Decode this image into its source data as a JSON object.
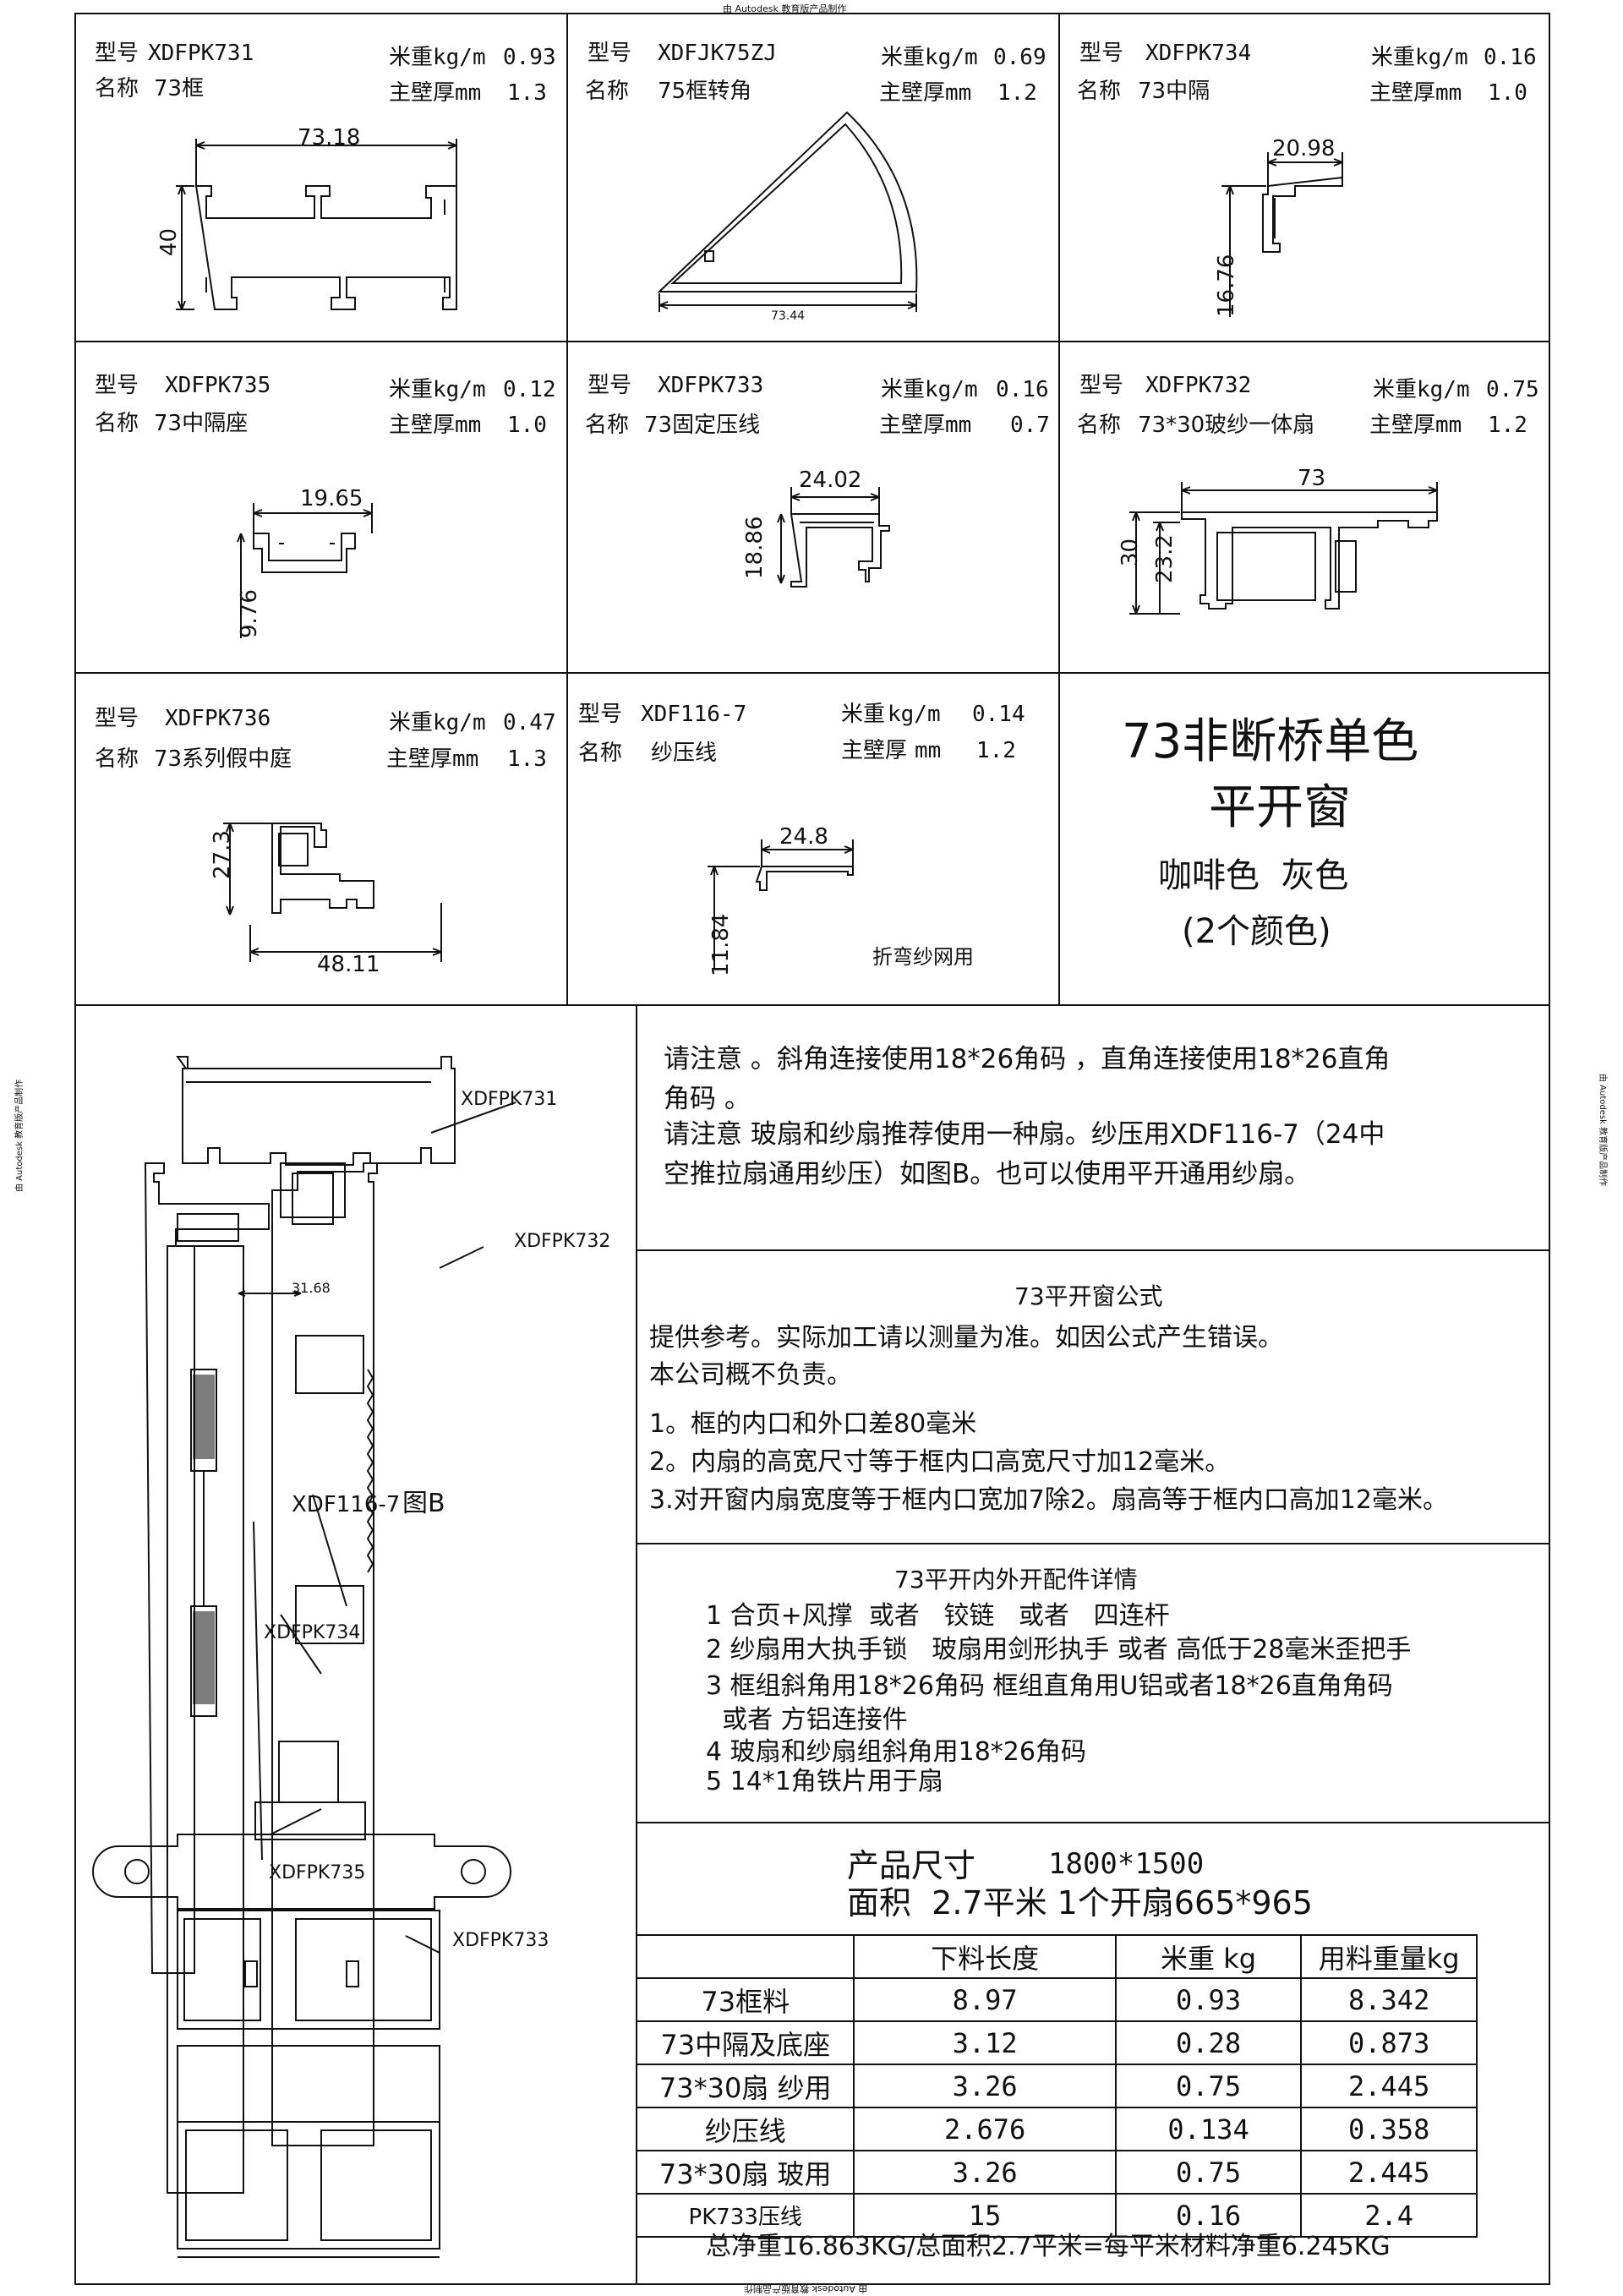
{
  "watermark": "由 Autodesk 教育版产品制作",
  "labels": {
    "model": "型号",
    "name": "名称",
    "weight": "米重",
    "wall": "主壁厚"
  },
  "cells": [
    {
      "model": "XDFPK731",
      "name": "73框",
      "weight_unit": "kg/m",
      "weight": "0.93",
      "wall_unit": "mm",
      "wall": "1.3",
      "dims": [
        "73.18",
        "40"
      ]
    },
    {
      "model": "XDFJK75ZJ",
      "name": "75框转角",
      "weight_unit": "kg/m",
      "weight": "0.69",
      "wall_unit": "mm",
      "wall": "1.2",
      "dims": [
        "73.44"
      ]
    },
    {
      "model": "XDFPK734",
      "name": "73中隔",
      "weight_unit": "kg/m",
      "weight": "0.16",
      "wall_unit": "mm",
      "wall": "1.0",
      "dims": [
        "20.98",
        "16.76"
      ]
    },
    {
      "model": "XDFPK735",
      "name": "73中隔座",
      "weight_unit": "kg/m",
      "weight": "0.12",
      "wall_unit": "mm",
      "wall": "1.0",
      "dims": [
        "19.65",
        "9.76"
      ]
    },
    {
      "model": "XDFPK733",
      "name": "73固定压线",
      "weight_unit": "kg/m",
      "weight": "0.16",
      "wall_unit": "mm",
      "wall": "0.7",
      "dims": [
        "24.02",
        "18.86"
      ]
    },
    {
      "model": "XDFPK732",
      "name": "73*30玻纱一体扇",
      "weight_unit": "kg/m",
      "weight": "0.75",
      "wall_unit": "mm",
      "wall": "1.2",
      "dims": [
        "73",
        "30",
        "23.2"
      ]
    },
    {
      "model": "XDFPK736",
      "name": "73系列假中庭",
      "weight_unit": "kg/m",
      "weight": "0.47",
      "wall_unit": "mm",
      "wall": "1.3",
      "dims": [
        "27.3",
        "48.11"
      ]
    },
    {
      "model": "XDF116-7",
      "name": "纱压线",
      "weight_unit": "kg/m",
      "weight": "0.14",
      "wall_unit": "mm",
      "wall": "1.2",
      "dims": [
        "24.8",
        "11.84"
      ],
      "note": "折弯纱网用"
    }
  ],
  "title_block": {
    "line1": "73非断桥单色",
    "line2": "平开窗",
    "colors": "咖啡色  灰色",
    "count": "(2个颜色)"
  },
  "section": {
    "labels": [
      "XDFPK731",
      "XDFPK732",
      "XDFPK734",
      "XDFPK735",
      "XDFPK733",
      "XDF116-7"
    ],
    "fig_b": "图B",
    "dim": "31.68"
  },
  "notes": {
    "lines": [
      "请注意 。斜角连接使用18*26角码 ，直角连接使用18*26直角",
      "角码 。",
      "请注意  玻扇和纱扇推荐使用一种扇。纱压用XDF116-7（24中",
      "空推拉扇通用纱压）如图B。也可以使用平开通用纱扇。"
    ]
  },
  "formula": {
    "title": "73平开窗公式",
    "intro": [
      "提供参考。实际加工请以测量为准。如因公式产生错误。",
      "本公司概不负责。"
    ],
    "items": [
      "1。框的内口和外口差80毫米",
      "2。内扇的高宽尺寸等于框内口高宽尺寸加12毫米。",
      "3.对开窗内扇宽度等于框内口宽加7除2。扇高等于框内口高加12毫米。"
    ]
  },
  "accessories": {
    "title": "73平开内外开配件详情",
    "items": [
      "1 合页+风撑  或者   铰链   或者   四连杆",
      "2 纱扇用大执手锁   玻扇用剑形执手 或者 高低于28毫米歪把手",
      "3 框组斜角用18*26角码 框组直角用U铝或者18*26直角角码",
      "  或者 方铝连接件",
      "4 玻扇和纱扇组斜角用18*26角码",
      "5 14*1角铁片用于扇"
    ]
  },
  "product": {
    "size_label": "产品尺寸",
    "size": "1800*1500",
    "area_line": "面积  2.7平米 1个开扇665*965"
  },
  "bom": {
    "headers": [
      "",
      "下料长度",
      "米重 kg",
      "用料重量kg"
    ],
    "rows": [
      [
        "73框料",
        "8.97",
        "0.93",
        "8.342"
      ],
      [
        "73中隔及底座",
        "3.12",
        "0.28",
        "0.873"
      ],
      [
        "73*30扇 纱用",
        "3.26",
        "0.75",
        "2.445"
      ],
      [
        "纱压线",
        "2.676",
        "0.134",
        "0.358"
      ],
      [
        "73*30扇 玻用",
        "3.26",
        "0.75",
        "2.445"
      ],
      [
        "PK733压线",
        "15",
        "0.16",
        "2.4"
      ]
    ],
    "total": "总净重16.863KG/总面积2.7平米=每平米材料净重6.245KG"
  }
}
